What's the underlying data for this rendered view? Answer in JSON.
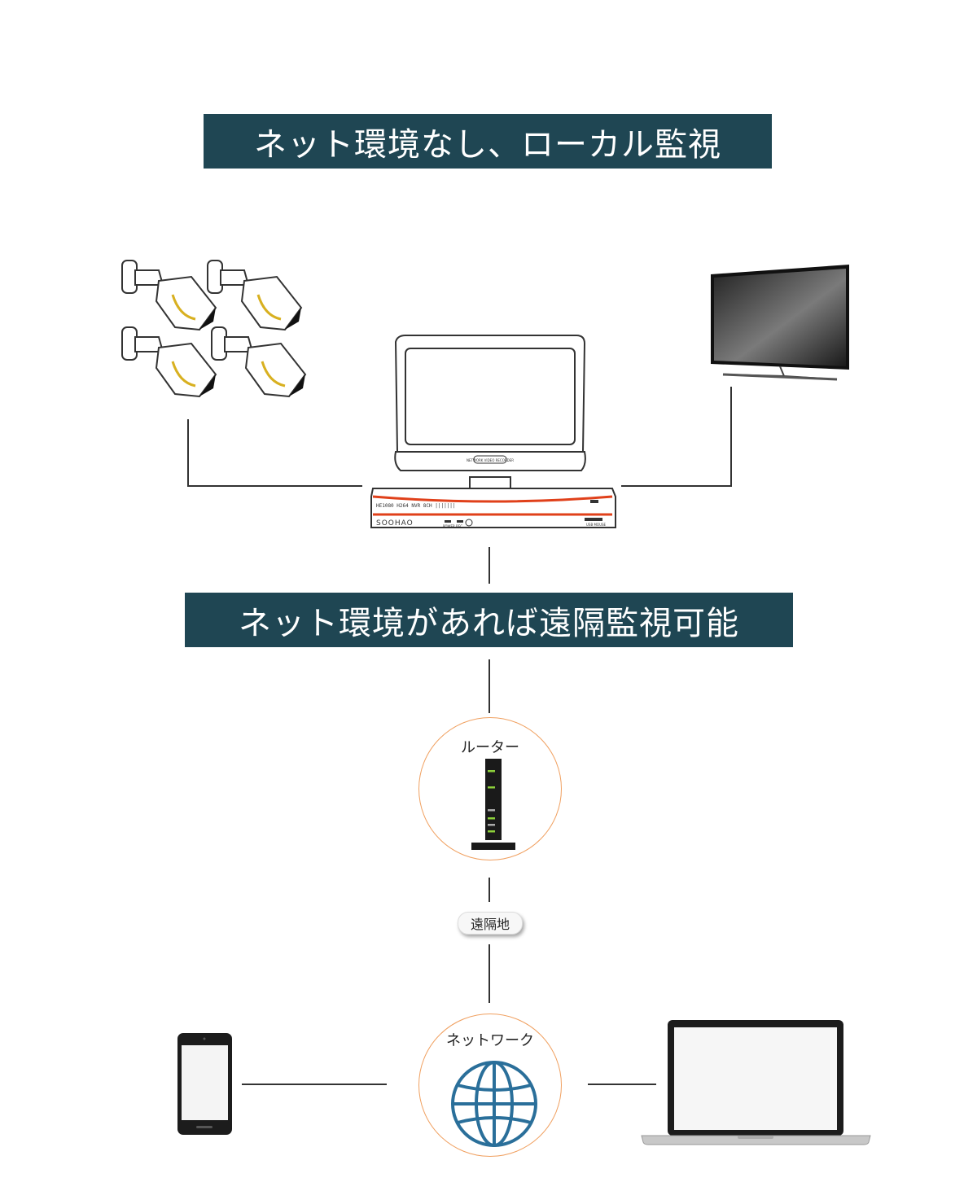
{
  "banners": {
    "local": "ネット環境なし、ローカル監視",
    "remote": "ネット環境があれば遠隔監視可能"
  },
  "nvr": {
    "brand": "SOOHAO",
    "model_text": "NETWORK VIDEO RECORDER",
    "power_label": "POWER",
    "rec_label": "REC",
    "usb_label": "USB MOUSE"
  },
  "nodes": {
    "router_label": "ルーター",
    "remote_label": "遠隔地",
    "network_label": "ネットワーク"
  },
  "colors": {
    "banner_bg": "#1f4653",
    "circle_border": "#f0a060",
    "nvr_accent": "#e0401a",
    "globe": "#2a6f9a",
    "router_led": "#8ccf3a"
  }
}
